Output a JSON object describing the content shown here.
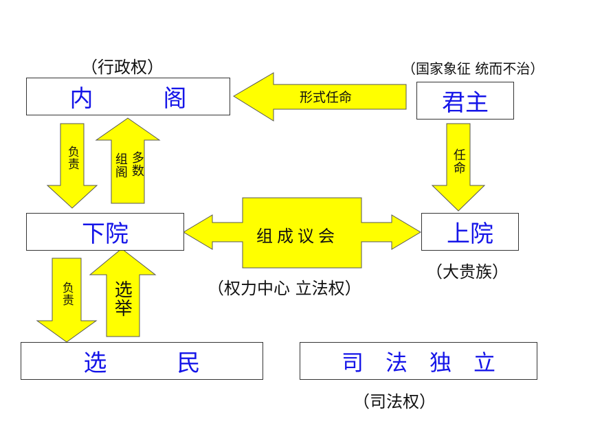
{
  "nodes": {
    "cabinet": "内　　　阁",
    "monarch": "君主",
    "lower_house": "下院",
    "upper_house": "上院",
    "voters": "选　　　民",
    "judiciary": "司　法　独　立"
  },
  "notes": {
    "cabinet": "（行政权）",
    "monarch": "（国家象征  统而不治）",
    "parliament": "（权力中心   立法权）",
    "upper_house": "（大贵族）",
    "judiciary": "（司法权）"
  },
  "arrows": {
    "monarch_to_cabinet": "形式任命",
    "monarch_to_upper": "任命",
    "cabinet_to_lower": "负责",
    "lower_to_cabinet_col1": "多数",
    "lower_to_cabinet_col2": "组阁",
    "parliament": "组成议会",
    "lower_to_voters": "负责",
    "voters_to_lower": "选举"
  },
  "colors": {
    "arrow_fill": "#ffff00",
    "node_text": "#1515e8"
  }
}
